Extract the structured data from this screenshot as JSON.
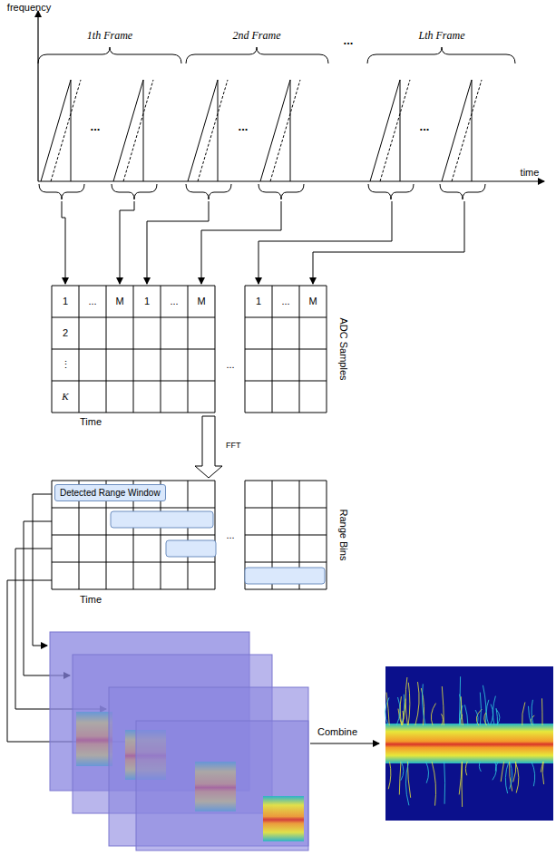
{
  "diagram": {
    "nodes": [
      {
        "text": [
          "ADC Samples"
        ]
      },
      {
        "text": [
          "Range Bins"
        ]
      },
      {
        "text": [
          "Detected Range Window"
        ],
        "in": 1
      }
    ],
    "edges": [
      {
        "from": 0,
        "to": 1,
        "arrow": "to",
        "label": "FFT"
      }
    ],
    "labels": [
      "frequency",
      "1th Frame",
      "...",
      "2nd Frame",
      "...",
      "...",
      "Lth Frame",
      "...",
      "time",
      "1",
      "...",
      "M",
      "1",
      "...",
      "M",
      "...",
      "1",
      "...",
      "M",
      "2",
      "⋮",
      "K",
      "Time",
      "...",
      "Time",
      "Combine"
    ]
  }
}
